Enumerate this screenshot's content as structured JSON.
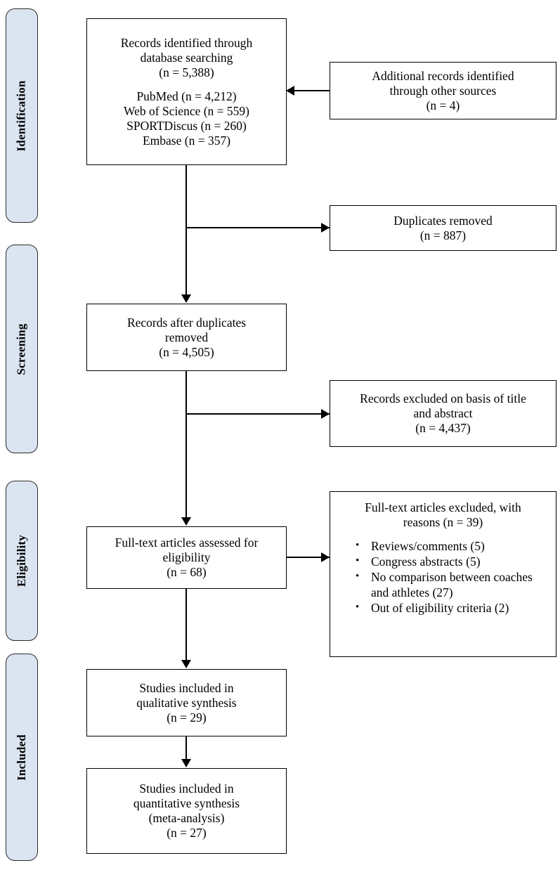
{
  "diagram": {
    "type": "prisma-flow-diagram",
    "accent_color": "#dbe5f1",
    "line_color": "#000000",
    "stages": [
      {
        "label": "Identification"
      },
      {
        "label": "Screening"
      },
      {
        "label": "Eligibility"
      },
      {
        "label": "Included"
      }
    ],
    "boxes": {
      "identified": {
        "lines": [
          "Records identified through",
          "database searching",
          "(n = 5,388)"
        ],
        "sources": [
          "PubMed (n = 4,212)",
          "Web of Science (n = 559)",
          "SPORTDiscus (n = 260)",
          "Embase (n = 357)"
        ]
      },
      "additional": {
        "lines": [
          "Additional records identified",
          "through other sources",
          "(n = 4)"
        ]
      },
      "duplicates_removed": {
        "lines": [
          "Duplicates removed",
          "(n = 887)"
        ]
      },
      "after_duplicates": {
        "lines": [
          "Records after duplicates",
          "removed",
          "(n = 4,505)"
        ]
      },
      "excluded_title_abstract": {
        "lines": [
          "Records excluded on basis of title",
          "and abstract",
          "(n = 4,437)"
        ]
      },
      "fulltext_assessed": {
        "lines": [
          "Full-text articles assessed for",
          "eligibility",
          "(n = 68)"
        ]
      },
      "fulltext_excluded": {
        "heading": [
          "Full-text articles excluded, with",
          "reasons (n = 39)"
        ],
        "reasons": [
          "Reviews/comments (5)",
          "Congress abstracts (5)",
          "No comparison between coaches and athletes (27)",
          "Out of eligibility criteria (2)"
        ]
      },
      "qualitative": {
        "lines": [
          "Studies included in",
          "qualitative synthesis",
          "(n = 29)"
        ]
      },
      "quantitative": {
        "lines": [
          "Studies included in",
          "quantitative synthesis",
          "(meta-analysis)",
          "(n = 27)"
        ]
      }
    }
  }
}
